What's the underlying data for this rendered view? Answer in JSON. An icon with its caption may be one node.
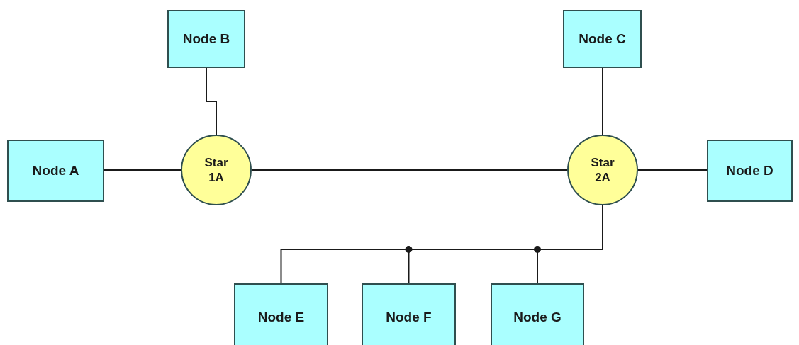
{
  "diagram": {
    "nodes": [
      {
        "text": [
          "Node B"
        ]
      },
      {
        "text": [
          "Node C"
        ]
      },
      {
        "text": [
          "Node A"
        ]
      },
      {
        "text": [
          "Star 1A"
        ]
      },
      {
        "text": [
          "Star 2A"
        ]
      },
      {
        "text": [
          "Node D"
        ]
      },
      {
        "text": [
          "Node E"
        ]
      },
      {
        "text": [
          "Node F"
        ]
      },
      {
        "text": [
          "Node G"
        ]
      }
    ],
    "edges": [
      {
        "from": 2,
        "to": 3,
        "arrow": "none"
      },
      {
        "from": 0,
        "to": 3,
        "arrow": "none"
      },
      {
        "from": 3,
        "to": 4,
        "arrow": "none"
      },
      {
        "from": 1,
        "to": 4,
        "arrow": "none"
      },
      {
        "from": 4,
        "to": 5,
        "arrow": "none"
      },
      {
        "from": 4,
        "to": 6,
        "arrow": "none"
      },
      {
        "from": 4,
        "to": 7,
        "arrow": "none"
      },
      {
        "from": 4,
        "to": 8,
        "arrow": "none"
      }
    ]
  }
}
